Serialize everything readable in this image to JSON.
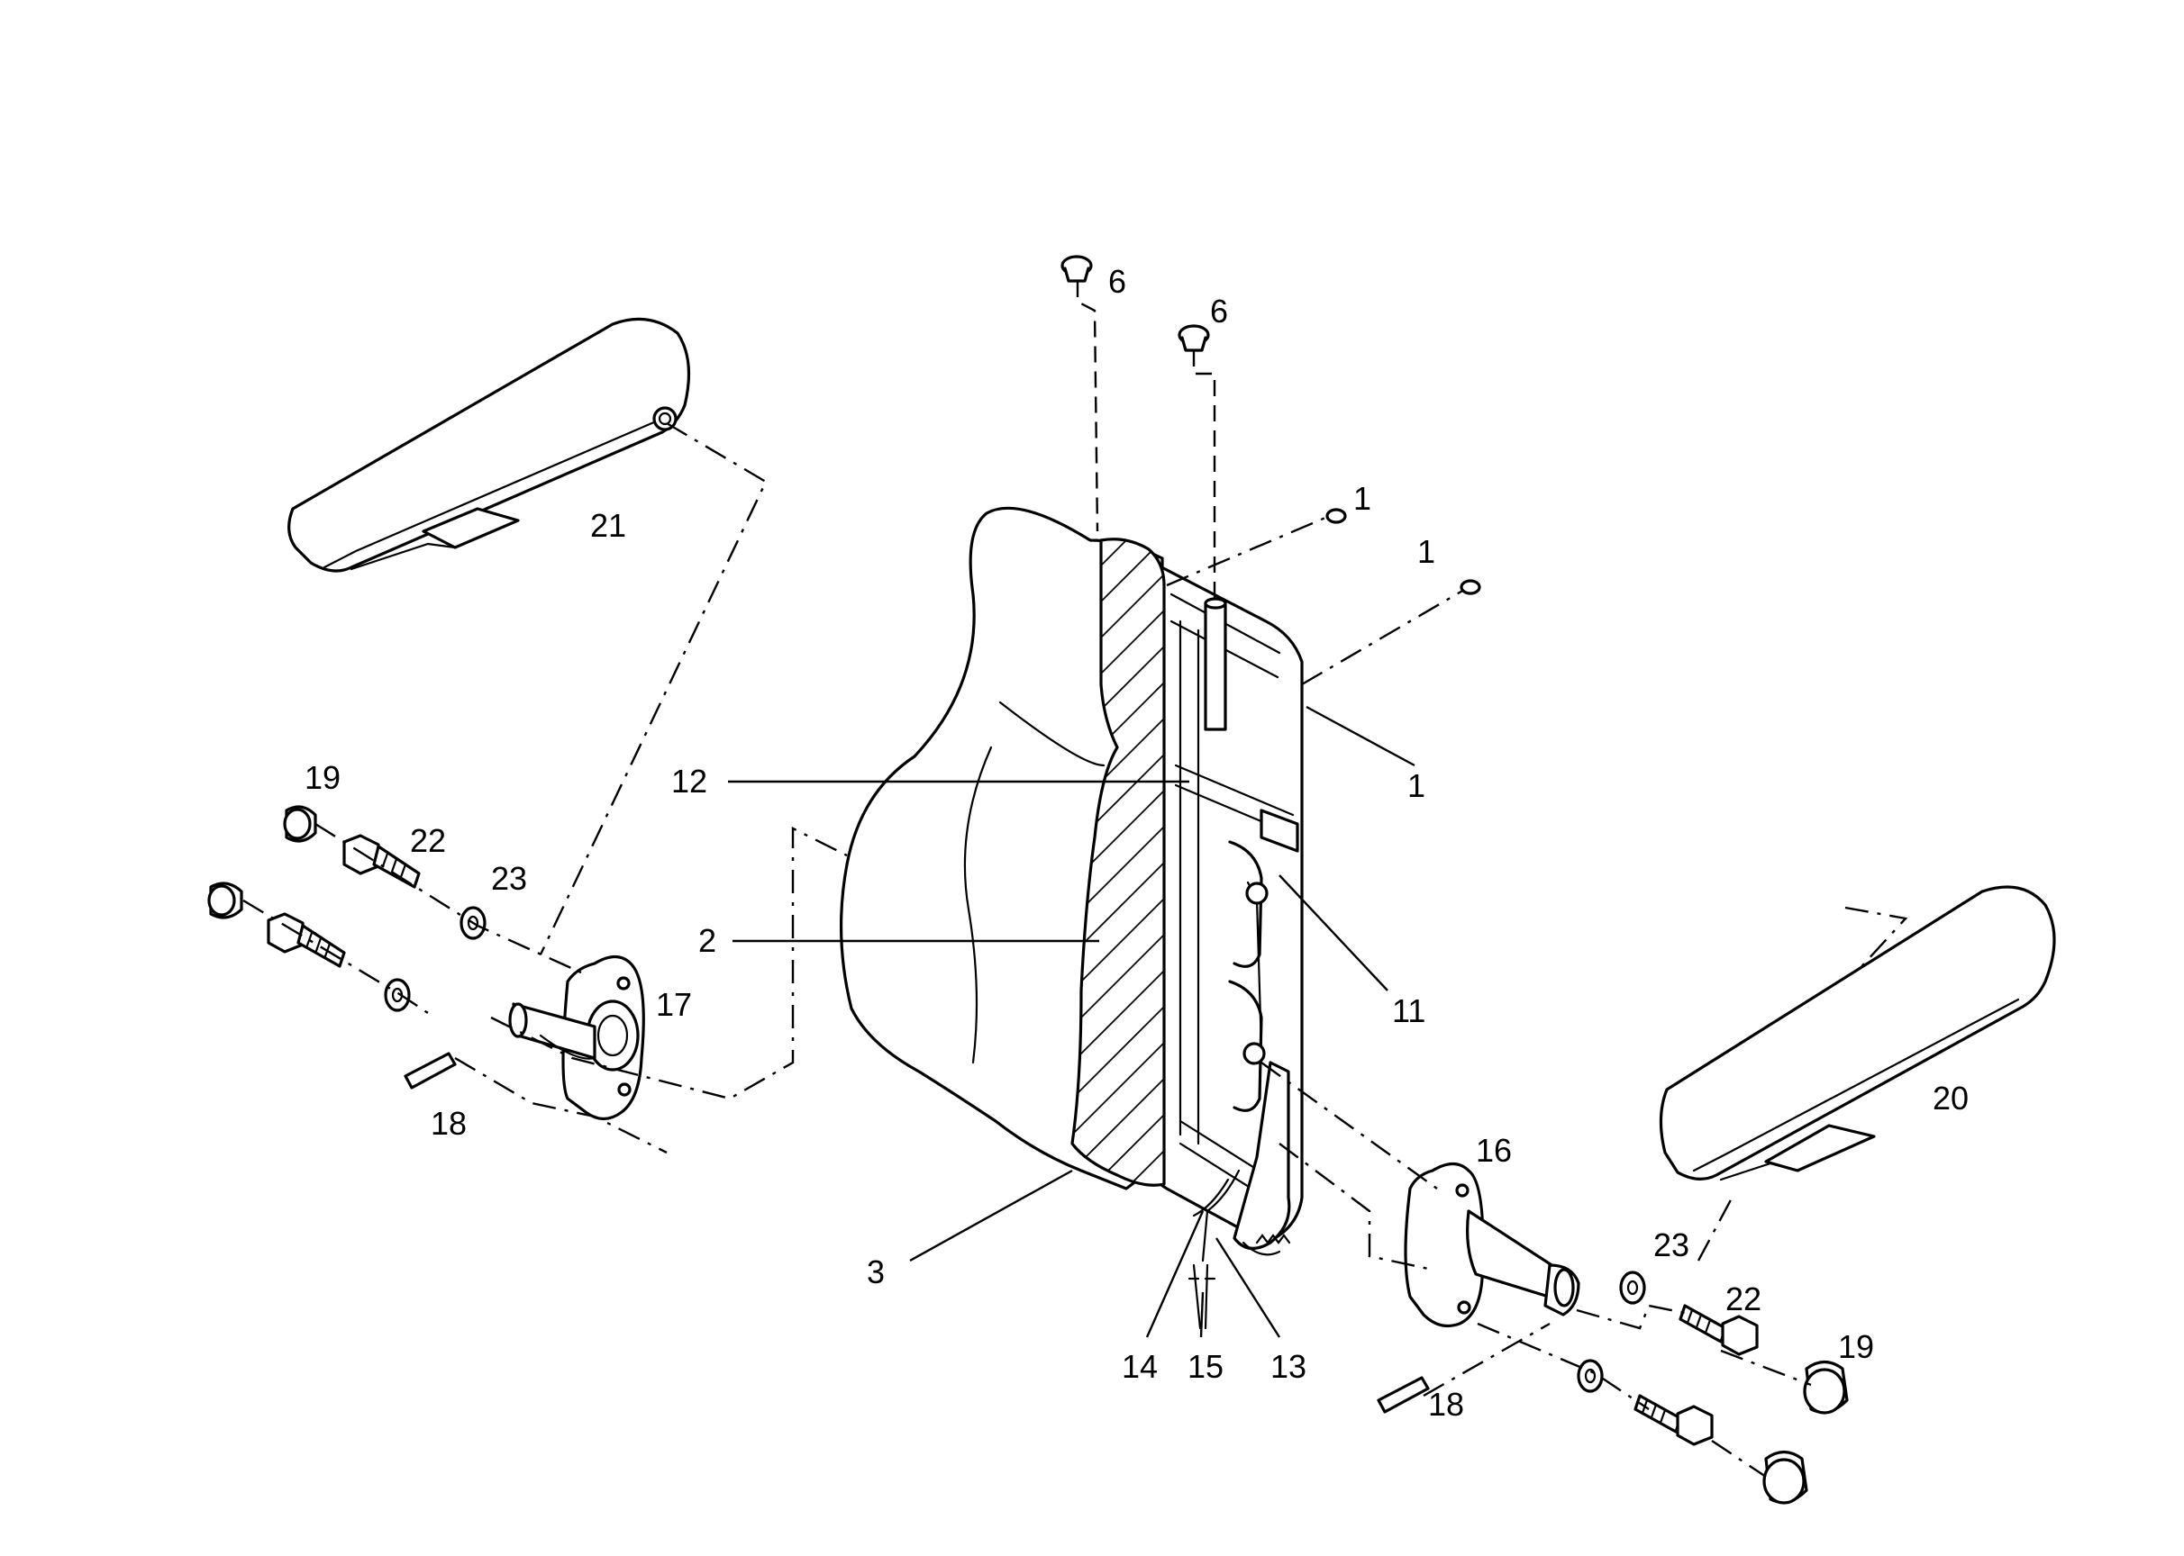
{
  "callouts": [
    {
      "id": "c6a",
      "text": "6"
    },
    {
      "id": "c6b",
      "text": "6"
    },
    {
      "id": "c1a",
      "text": "1"
    },
    {
      "id": "c1b",
      "text": "1"
    },
    {
      "id": "c1c",
      "text": "1"
    },
    {
      "id": "c21",
      "text": "21"
    },
    {
      "id": "c19a",
      "text": "19"
    },
    {
      "id": "c22a",
      "text": "22"
    },
    {
      "id": "c23a",
      "text": "23"
    },
    {
      "id": "c12",
      "text": "12"
    },
    {
      "id": "c2",
      "text": "2"
    },
    {
      "id": "c17",
      "text": "17"
    },
    {
      "id": "c18a",
      "text": "18"
    },
    {
      "id": "c11",
      "text": "11"
    },
    {
      "id": "c20",
      "text": "20"
    },
    {
      "id": "c16",
      "text": "16"
    },
    {
      "id": "c3",
      "text": "3"
    },
    {
      "id": "c23b",
      "text": "23"
    },
    {
      "id": "c22b",
      "text": "22"
    },
    {
      "id": "c19b",
      "text": "19"
    },
    {
      "id": "c14",
      "text": "14"
    },
    {
      "id": "c15",
      "text": "15"
    },
    {
      "id": "c13",
      "text": "13"
    },
    {
      "id": "c18b",
      "text": "18"
    }
  ]
}
